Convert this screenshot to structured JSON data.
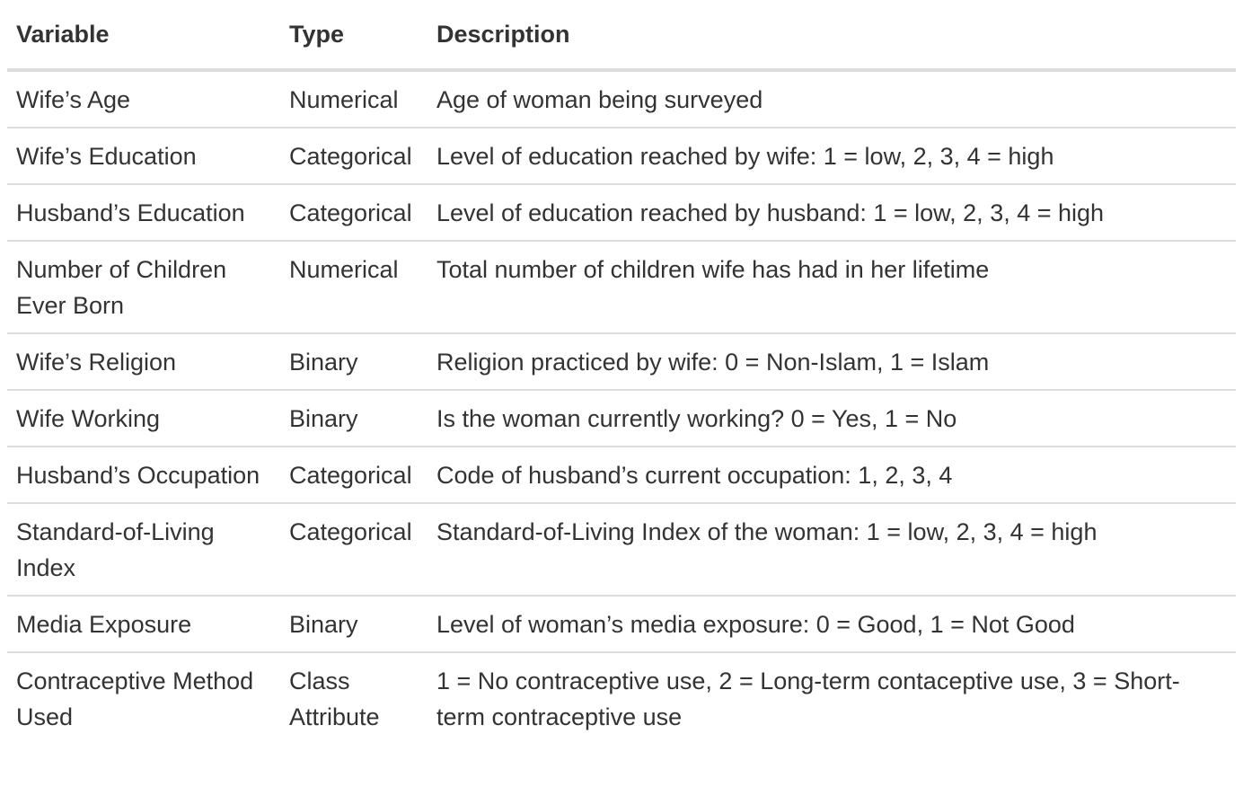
{
  "table": {
    "headers": [
      "Variable",
      "Type",
      "Description"
    ],
    "rows": [
      {
        "variable": "Wife’s Age",
        "type": "Numerical",
        "description": "Age of woman being surveyed"
      },
      {
        "variable": "Wife’s Education",
        "type": "Categorical",
        "description": "Level of education reached by wife: 1 = low, 2, 3, 4 = high"
      },
      {
        "variable": "Husband’s Education",
        "type": "Categorical",
        "description": "Level of education reached by husband: 1 = low, 2, 3, 4 = high"
      },
      {
        "variable": "Number of Children Ever Born",
        "type": "Numerical",
        "description": "Total number of children wife has had in her lifetime"
      },
      {
        "variable": "Wife’s Religion",
        "type": "Binary",
        "description": "Religion practiced by wife: 0 = Non-Islam, 1 = Islam"
      },
      {
        "variable": "Wife Working",
        "type": "Binary",
        "description": "Is the woman currently working? 0 = Yes, 1 = No"
      },
      {
        "variable": "Husband’s Occupation",
        "type": "Categorical",
        "description": "Code of husband’s current occupation: 1, 2, 3, 4"
      },
      {
        "variable": "Standard-of-Living Index",
        "type": "Categorical",
        "description": "Standard-of-Living Index of the woman: 1 = low, 2, 3, 4 = high"
      },
      {
        "variable": "Media Exposure",
        "type": "Binary",
        "description": "Level of woman’s media exposure: 0 = Good, 1 = Not Good"
      },
      {
        "variable": "Contraceptive Method Used",
        "type": "Class Attribute",
        "description": "1 = No contraceptive use, 2 = Long-term contaceptive use, 3 = Short-term contraceptive use"
      }
    ]
  }
}
